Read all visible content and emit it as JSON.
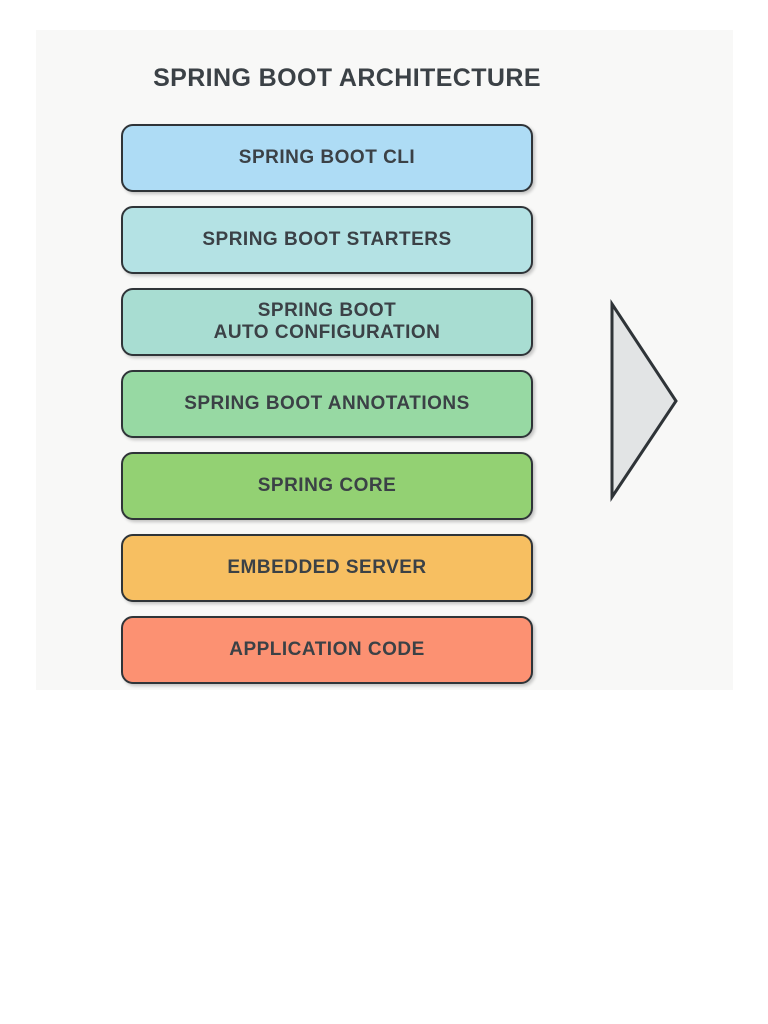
{
  "diagram": {
    "title": "SPRING BOOT ARCHITECTURE",
    "title_color": "#3b4146",
    "canvas_background": "#f8f8f7",
    "page_background": "#ffffff",
    "border_color": "#2f3438",
    "layers": [
      {
        "label": "SPRING BOOT CLI",
        "color": "#aedcf5"
      },
      {
        "label": "SPRING BOOT STARTERS",
        "color": "#b4e2e4"
      },
      {
        "label": "SPRING BOOT\nAUTO CONFIGURATION",
        "color": "#a8ddd2"
      },
      {
        "label": "SPRING BOOT ANNOTATIONS",
        "color": "#97d9a3"
      },
      {
        "label": "SPRING CORE",
        "color": "#93d173"
      },
      {
        "label": "EMBEDDED SERVER",
        "color": "#f7bf61"
      },
      {
        "label": "APPLICATION CODE",
        "color": "#fc9172"
      }
    ],
    "arrow": {
      "icon": "right-triangle-arrow-icon",
      "fill": "#e2e4e5",
      "stroke": "#2f3438",
      "direction": "right"
    }
  }
}
